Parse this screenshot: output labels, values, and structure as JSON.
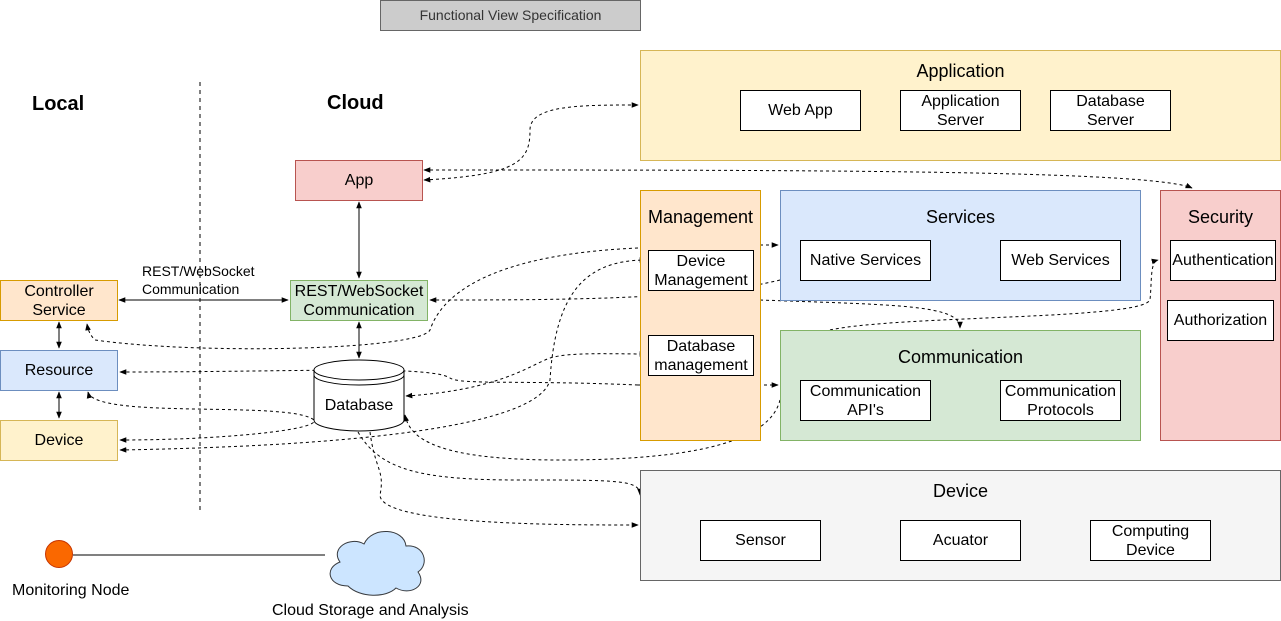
{
  "spec_title": "Functional View Specification",
  "local": {
    "heading": "Local",
    "controller_service": "Controller Service",
    "resource": "Resource",
    "device": "Device",
    "monitoring_node": "Monitoring Node"
  },
  "cloud": {
    "heading": "Cloud",
    "app": "App",
    "rest_ws": "REST/WebSocket Communication",
    "rest_ws_label": "REST/WebSocket Communication",
    "database": "Database",
    "cloud_storage": "Cloud Storage and Analysis"
  },
  "application": {
    "title": "Application",
    "items": [
      "Web App",
      "Application Server",
      "Database Server"
    ]
  },
  "management": {
    "title": "Management",
    "device_management": "Device Management",
    "database_management": "Database management"
  },
  "services": {
    "title": "Services",
    "items": [
      "Native Services",
      "Web Services"
    ]
  },
  "security": {
    "title": "Security",
    "items": [
      "Authentication",
      "Authorization"
    ]
  },
  "communication": {
    "title": "Communication",
    "items": [
      "Communication API's",
      "Communication Protocols"
    ]
  },
  "device_panel": {
    "title": "Device",
    "items": [
      "Sensor",
      "Acuator",
      "Computing Device"
    ]
  },
  "colors": {
    "yellow": "#fff2cc",
    "orange": "#ffe6cc",
    "blue": "#dae8fc",
    "green": "#d5e8d4",
    "red": "#f8cecc",
    "grey": "#f5f5f5",
    "title_grey": "#cccccc"
  }
}
